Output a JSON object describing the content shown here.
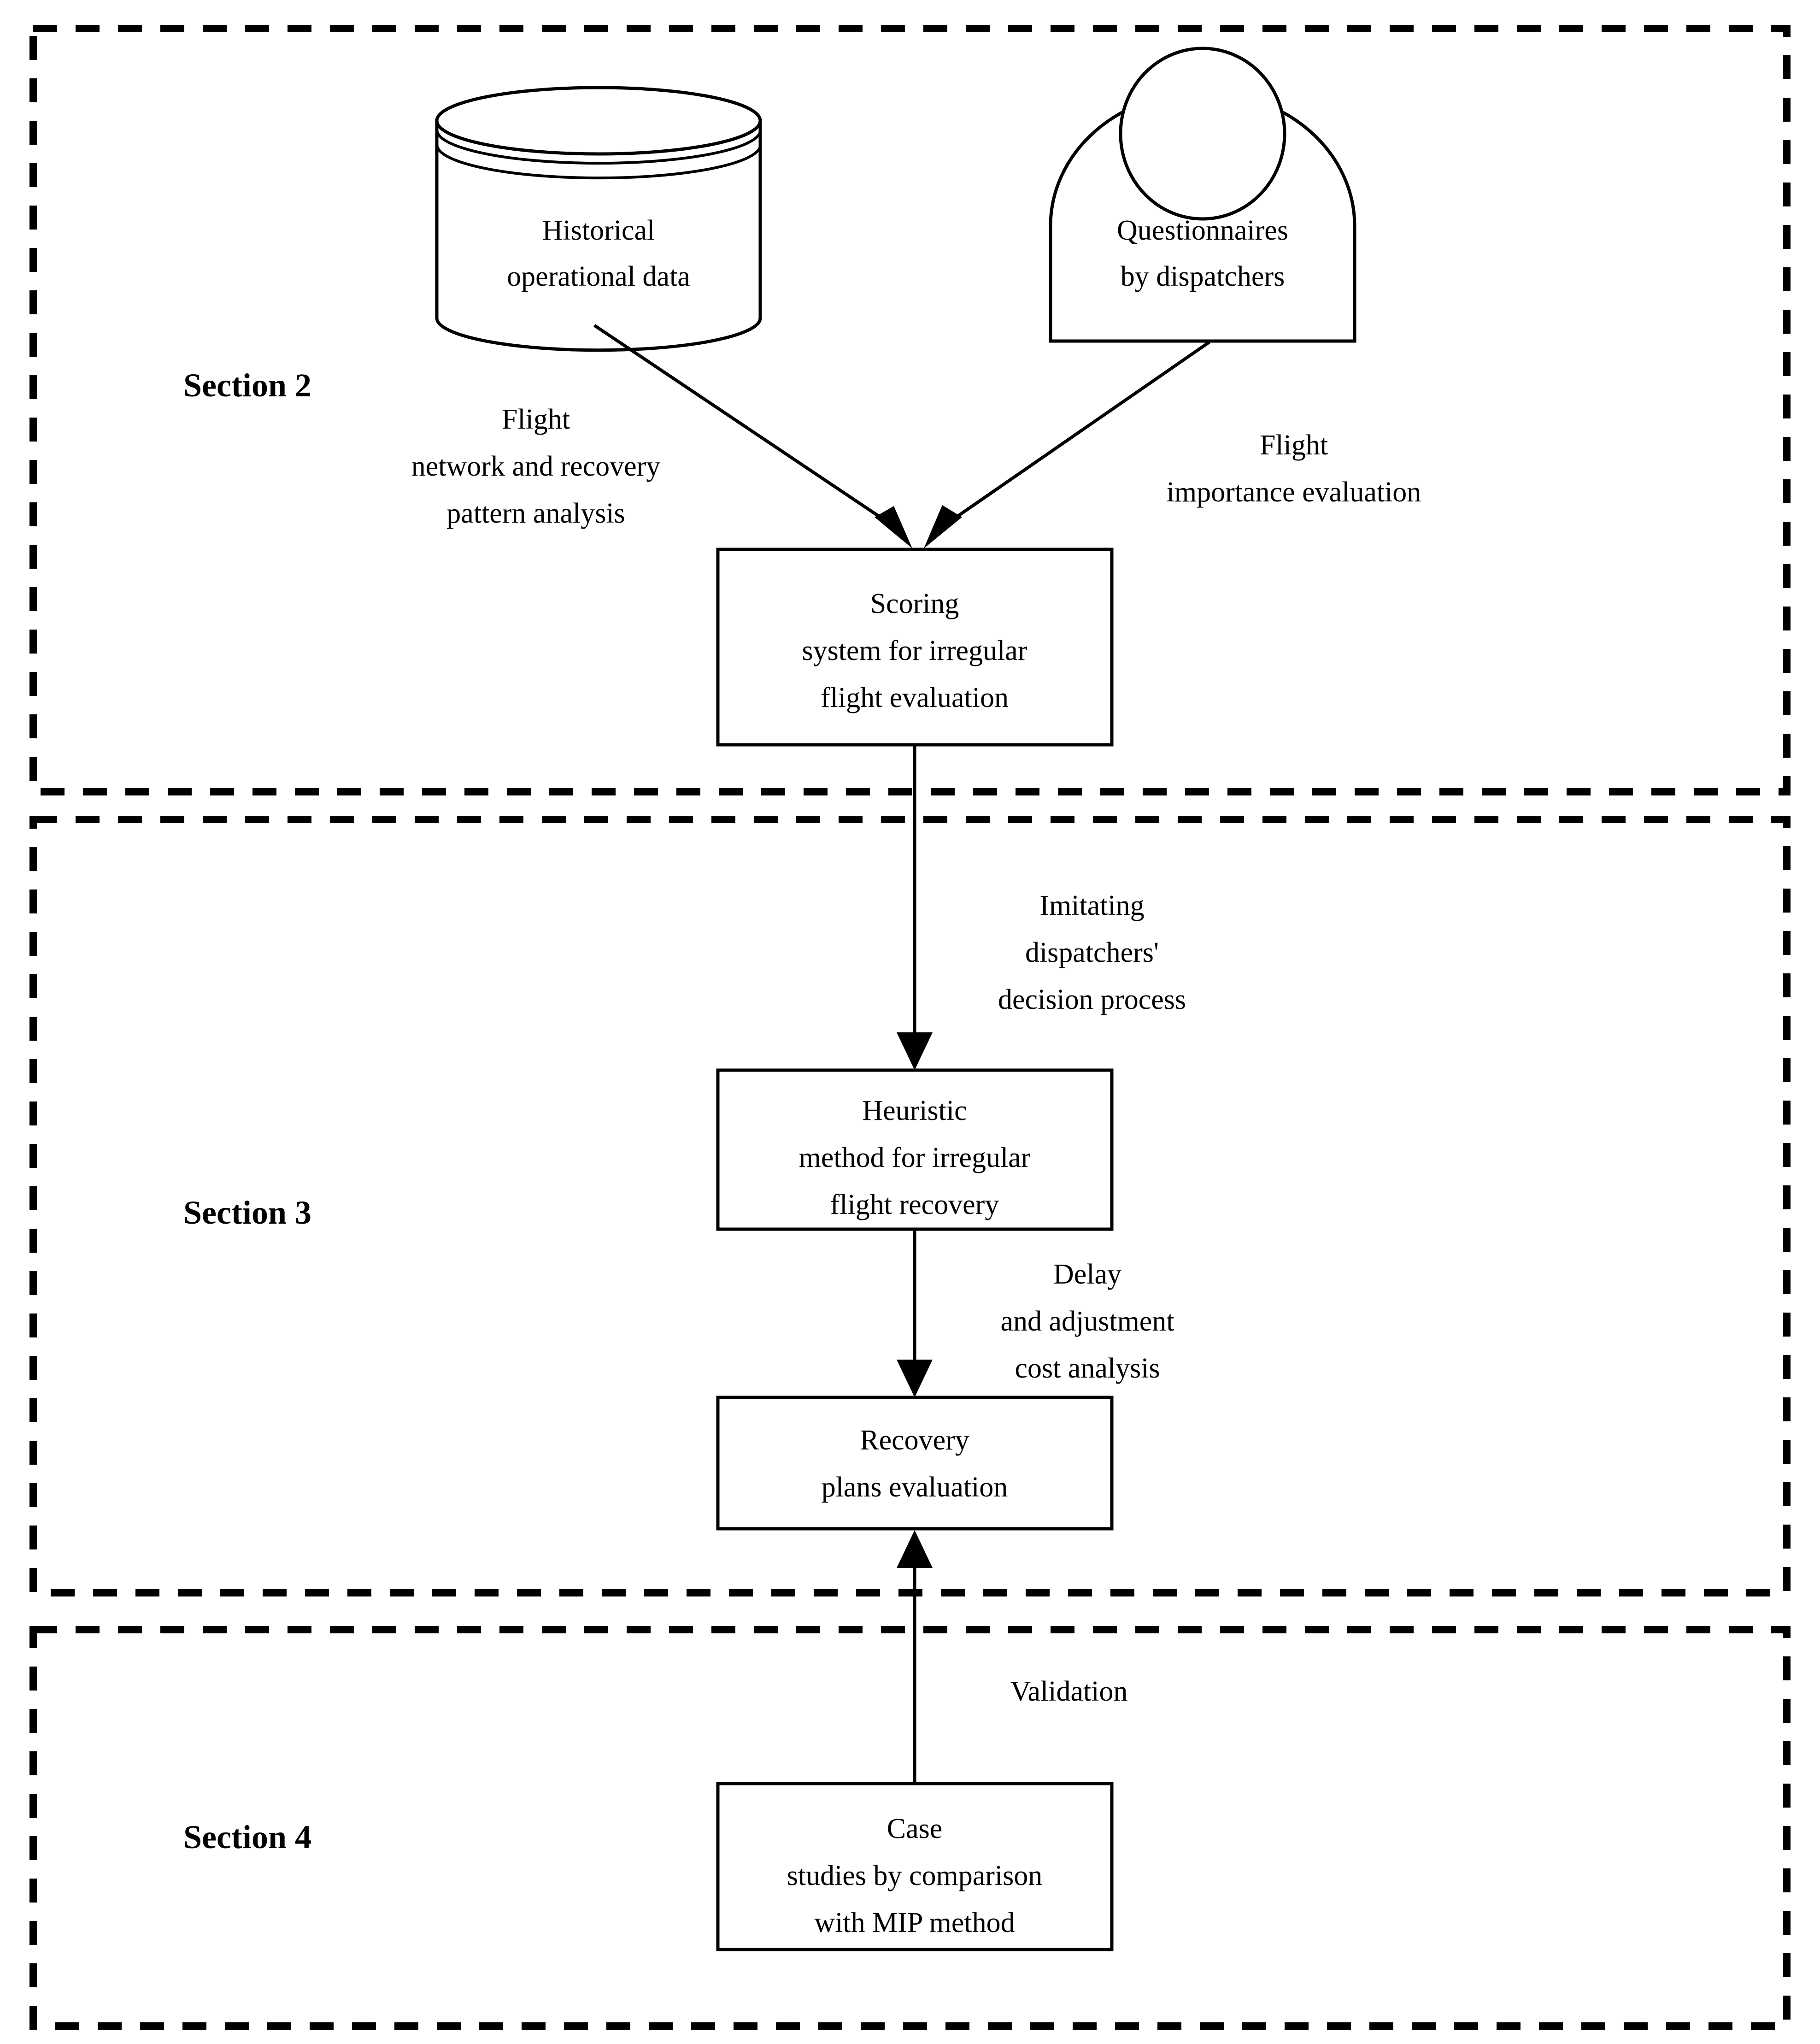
{
  "diagram": {
    "title": "Research framework flowchart",
    "background_color": "#ffffff",
    "line_color": "#000000",
    "sections": [
      {
        "id": "section2",
        "label": "Section 2"
      },
      {
        "id": "section3",
        "label": "Section 3"
      },
      {
        "id": "section4",
        "label": "Section 4"
      }
    ],
    "nodes": [
      {
        "id": "historical-data",
        "shape": "cylinder",
        "lines": [
          "Historical",
          "operational data"
        ]
      },
      {
        "id": "questionnaires",
        "shape": "actor",
        "lines": [
          "Questionnaires",
          "by dispatchers"
        ]
      },
      {
        "id": "scoring-system",
        "shape": "rectangle",
        "lines": [
          "Scoring",
          "system for irregular",
          "flight evaluation"
        ]
      },
      {
        "id": "heuristic-method",
        "shape": "rectangle",
        "lines": [
          "Heuristic",
          "method for irregular",
          "flight recovery"
        ]
      },
      {
        "id": "recovery-plans",
        "shape": "rectangle",
        "lines": [
          "Recovery",
          "plans evaluation"
        ]
      },
      {
        "id": "case-studies",
        "shape": "rectangle",
        "lines": [
          "Case",
          "studies by comparison",
          "with MIP method"
        ]
      }
    ],
    "edges": [
      {
        "id": "edge-historical-to-scoring",
        "from": "historical-data",
        "to": "scoring-system",
        "lines": [
          "Flight",
          "network and recovery",
          "pattern analysis"
        ]
      },
      {
        "id": "edge-questionnaires-to-scoring",
        "from": "questionnaires",
        "to": "scoring-system",
        "lines": [
          "Flight",
          "importance evaluation"
        ]
      },
      {
        "id": "edge-scoring-to-heuristic",
        "from": "scoring-system",
        "to": "heuristic-method",
        "lines": [
          "Imitating",
          "dispatchers'",
          "decision process"
        ]
      },
      {
        "id": "edge-heuristic-to-recovery",
        "from": "heuristic-method",
        "to": "recovery-plans",
        "lines": [
          "Delay",
          "and adjustment",
          "cost analysis"
        ]
      },
      {
        "id": "edge-case-to-recovery",
        "from": "case-studies",
        "to": "recovery-plans",
        "lines": [
          "Validation"
        ]
      }
    ]
  },
  "labels": {
    "section2": "Section 2",
    "section3": "Section 3",
    "section4": "Section 4",
    "historical_l1": "Historical",
    "historical_l2": "operational data",
    "questionnaires_l1": "Questionnaires",
    "questionnaires_l2": "by dispatchers",
    "scoring_l1": "Scoring",
    "scoring_l2": "system for irregular",
    "scoring_l3": "flight evaluation",
    "heuristic_l1": "Heuristic",
    "heuristic_l2": "method for irregular",
    "heuristic_l3": "flight recovery",
    "recovery_l1": "Recovery",
    "recovery_l2": "plans evaluation",
    "case_l1": "Case",
    "case_l2": "studies by comparison",
    "case_l3": "with MIP method",
    "edge1_l1": "Flight",
    "edge1_l2": "network and recovery",
    "edge1_l3": "pattern analysis",
    "edge2_l1": "Flight",
    "edge2_l2": "importance evaluation",
    "edge3_l1": "Imitating",
    "edge3_l2": "dispatchers'",
    "edge3_l3": "decision process",
    "edge4_l1": "Delay",
    "edge4_l2": "and adjustment",
    "edge4_l3": "cost analysis",
    "edge5_l1": "Validation"
  }
}
